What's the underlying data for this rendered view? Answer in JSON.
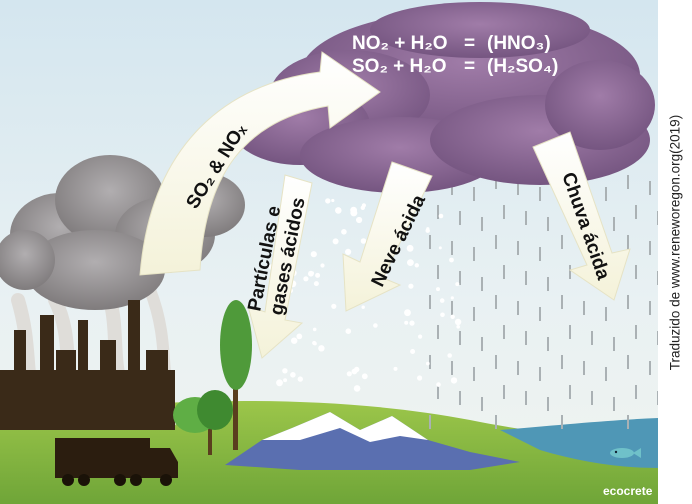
{
  "diagram": {
    "equations": [
      {
        "lhs": "NO₂ + H₂O",
        "eq": "=",
        "rhs": "(HNO₃)"
      },
      {
        "lhs": "SO₂ + H₂O",
        "eq": "=",
        "rhs": "(H₂SO₄)"
      }
    ],
    "emission_label": "SO₂ & NOₓ",
    "deposition_labels": {
      "particles_line1": "Partículas e",
      "particles_line2": "gases ácidos",
      "snow": "Neve ácida",
      "rain": "Chuva ácida"
    },
    "credit": "Traduzido de www.reneworegon.org(2019)",
    "watermark": "ecocrete"
  }
}
